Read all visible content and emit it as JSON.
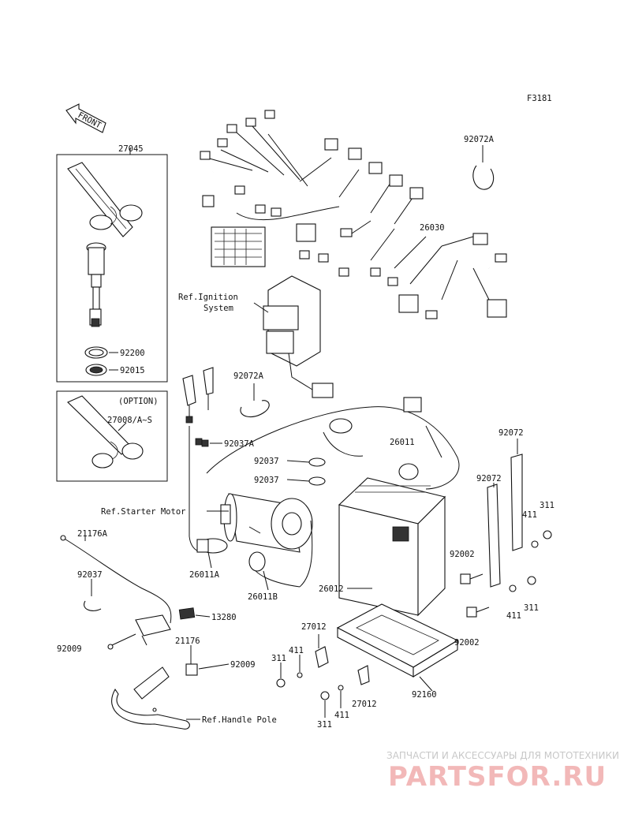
{
  "figure_code": "F3181",
  "front_label": "FRONT",
  "colors": {
    "line": "#111111",
    "watermark_text": "#c8c8c8",
    "watermark_logo": "#f2b8b8"
  },
  "parts": {
    "p27045": "27045",
    "p92200": "92200",
    "p92015": "92015",
    "option": "(OPTION)",
    "p27008": "27008/A~S",
    "p92072A_top": "92072A",
    "p26030": "26030",
    "ref_ignition_1": "Ref.Ignition",
    "ref_ignition_2": "System",
    "p92072A_mid": "92072A",
    "p92037A": "92037A",
    "p26011": "26011",
    "p92037_a": "92037",
    "p92037_b": "92037",
    "p92072_a": "92072",
    "p92072_b": "92072",
    "p311_a": "311",
    "p411_a": "411",
    "ref_starter": "Ref.Starter Motor",
    "p21176A": "21176A",
    "p92002_a": "92002",
    "p26011A": "26011A",
    "p92037_c": "92037",
    "p26011B": "26011B",
    "p26012": "26012",
    "p411_b": "411",
    "p311_b": "311",
    "p13280": "13280",
    "p92002_b": "92002",
    "p27012_a": "27012",
    "p92009_a": "92009",
    "p21176": "21176",
    "p411_c": "411",
    "p311_c": "311",
    "p92009_b": "92009",
    "p92160": "92160",
    "p27012_b": "27012",
    "p311_d": "311",
    "p411_d": "411",
    "ref_handle": "Ref.Handle Pole"
  },
  "watermark": {
    "caption": "ЗАПЧАСТИ И АКСЕССУАРЫ ДЛЯ МОТОТЕХНИКИ",
    "logo": "PARTSFOR.RU"
  }
}
